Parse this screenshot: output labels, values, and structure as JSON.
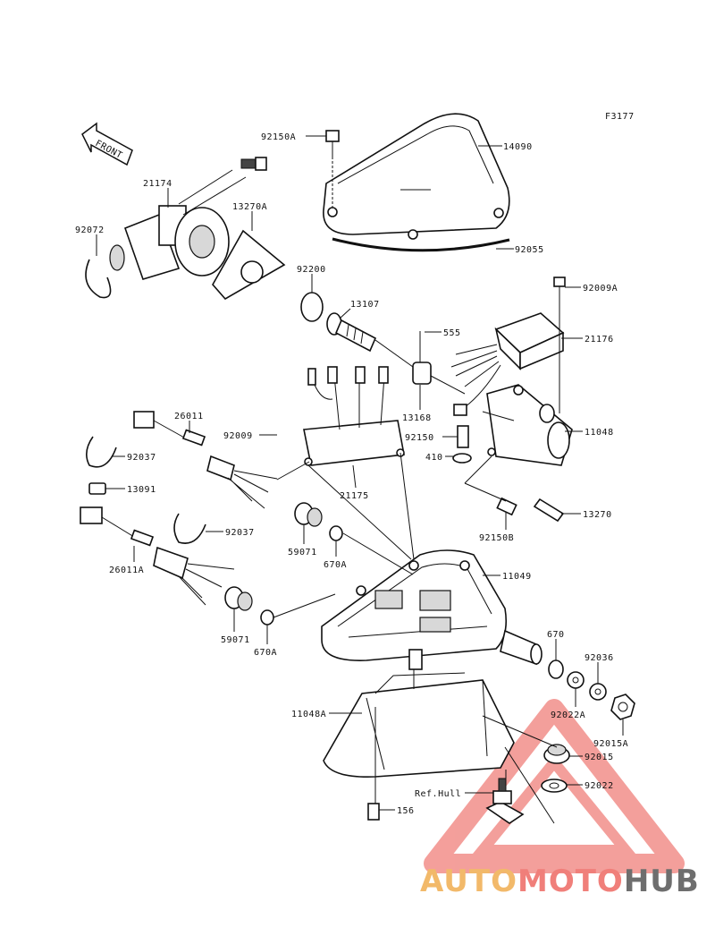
{
  "figure_code": "F3177",
  "front_label": "FRONT",
  "labels": {
    "p92150A": "92150A",
    "p14090": "14090",
    "p92055": "92055",
    "p21174": "21174",
    "p13270A": "13270A",
    "p92072": "92072",
    "p92200": "92200",
    "p13107": "13107",
    "p92009A": "92009A",
    "p555": "555",
    "p21176": "21176",
    "p26011": "26011",
    "p92009": "92009",
    "p13168": "13168",
    "p92150": "92150",
    "p11048": "11048",
    "p92037a": "92037",
    "p410": "410",
    "p13091": "13091",
    "p21175": "21175",
    "p13270": "13270",
    "p92037b": "92037",
    "p92150B": "92150B",
    "p59071a": "59071",
    "p670Aa": "670A",
    "p26011A": "26011A",
    "p11049": "11049",
    "p59071b": "59071",
    "p670Ab": "670A",
    "p670": "670",
    "p92036": "92036",
    "p92022A": "92022A",
    "p11048A": "11048A",
    "p92015A": "92015A",
    "p92015": "92015",
    "pRefHull": "Ref.Hull",
    "p92022": "92022",
    "p156": "156"
  },
  "watermark": {
    "part1": "AUTO",
    "part2": "MOTO",
    "part3": "HUB",
    "color_auto": "#f2b96a",
    "color_moto": "#f07f7a",
    "color_hub": "#6e6e6e",
    "triangle_color": "#f07f7a"
  }
}
